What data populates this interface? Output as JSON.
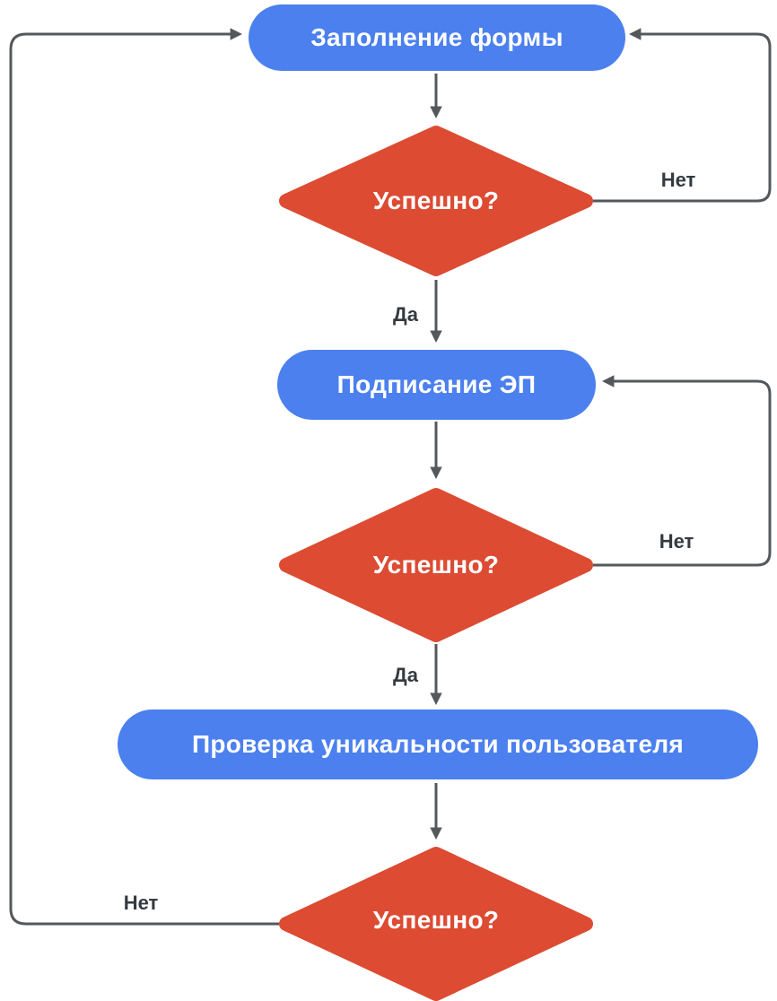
{
  "diagram_type": "flowchart",
  "colors": {
    "process_fill": "#4B80EE",
    "decision_fill": "#DC4B32",
    "connector": "#55585B",
    "edge_label_text": "#343A40",
    "node_text": "#FFFFFF",
    "background": "#FFFFFF"
  },
  "nodes": [
    {
      "id": "fill-form",
      "type": "process",
      "label": "Заполнение формы"
    },
    {
      "id": "decision-1",
      "type": "decision",
      "label": "Успешно?"
    },
    {
      "id": "sign-ep",
      "type": "process",
      "label": "Подписание ЭП"
    },
    {
      "id": "decision-2",
      "type": "decision",
      "label": "Успешно?"
    },
    {
      "id": "check-unique",
      "type": "process",
      "label": "Проверка уникальности пользователя"
    },
    {
      "id": "decision-3",
      "type": "decision",
      "label": "Успешно?"
    }
  ],
  "edges": [
    {
      "from": "fill-form",
      "to": "decision-1",
      "label": ""
    },
    {
      "from": "decision-1",
      "to": "sign-ep",
      "label": "Да"
    },
    {
      "from": "decision-1",
      "to": "fill-form",
      "label": "Нет"
    },
    {
      "from": "sign-ep",
      "to": "decision-2",
      "label": ""
    },
    {
      "from": "decision-2",
      "to": "check-unique",
      "label": "Да"
    },
    {
      "from": "decision-2",
      "to": "sign-ep",
      "label": "Нет"
    },
    {
      "from": "check-unique",
      "to": "decision-3",
      "label": ""
    },
    {
      "from": "decision-3",
      "to": "fill-form",
      "label": "Нет"
    }
  ]
}
